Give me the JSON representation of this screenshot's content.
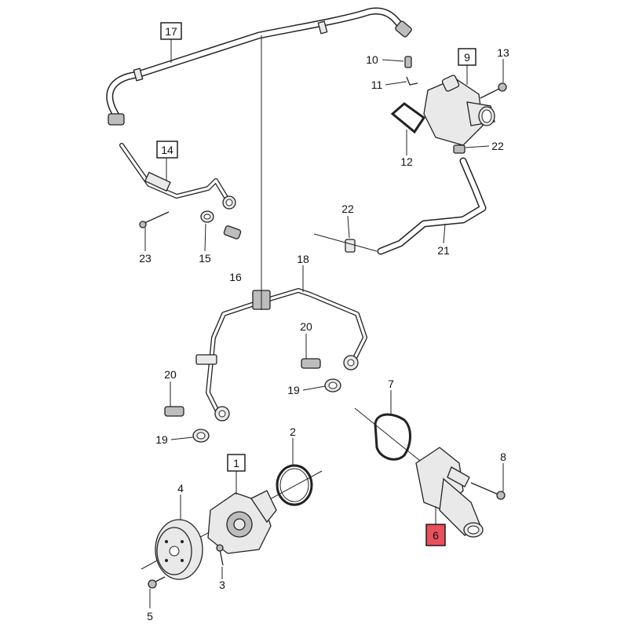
{
  "callouts": [
    {
      "id": "c17",
      "text": "17",
      "boxed": true
    },
    {
      "id": "c9",
      "text": "9",
      "boxed": true
    },
    {
      "id": "c13",
      "text": "13",
      "boxed": false
    },
    {
      "id": "c10",
      "text": "10",
      "boxed": false
    },
    {
      "id": "c11",
      "text": "11",
      "boxed": false
    },
    {
      "id": "c14",
      "text": "14",
      "boxed": true
    },
    {
      "id": "c22a",
      "text": "22",
      "boxed": false
    },
    {
      "id": "c12",
      "text": "12",
      "boxed": false
    },
    {
      "id": "c22b",
      "text": "22",
      "boxed": false
    },
    {
      "id": "c21",
      "text": "21",
      "boxed": false
    },
    {
      "id": "c23",
      "text": "23",
      "boxed": false
    },
    {
      "id": "c15",
      "text": "15",
      "boxed": false
    },
    {
      "id": "c16",
      "text": "16",
      "boxed": false
    },
    {
      "id": "c18",
      "text": "18",
      "boxed": false
    },
    {
      "id": "c20a",
      "text": "20",
      "boxed": false
    },
    {
      "id": "c19a",
      "text": "19",
      "boxed": false
    },
    {
      "id": "c20b",
      "text": "20",
      "boxed": false
    },
    {
      "id": "c19b",
      "text": "19",
      "boxed": false
    },
    {
      "id": "c7",
      "text": "7",
      "boxed": false
    },
    {
      "id": "c2",
      "text": "2",
      "boxed": false
    },
    {
      "id": "c1",
      "text": "1",
      "boxed": true
    },
    {
      "id": "c8",
      "text": "8",
      "boxed": false
    },
    {
      "id": "c4",
      "text": "4",
      "boxed": false
    },
    {
      "id": "c6",
      "text": "6",
      "boxed": true,
      "highlighted": true
    },
    {
      "id": "c3",
      "text": "3",
      "boxed": false
    },
    {
      "id": "c5",
      "text": "5",
      "boxed": false
    }
  ],
  "colors": {
    "highlight": "#e8505b",
    "line": "#222222",
    "background": "#ffffff"
  }
}
